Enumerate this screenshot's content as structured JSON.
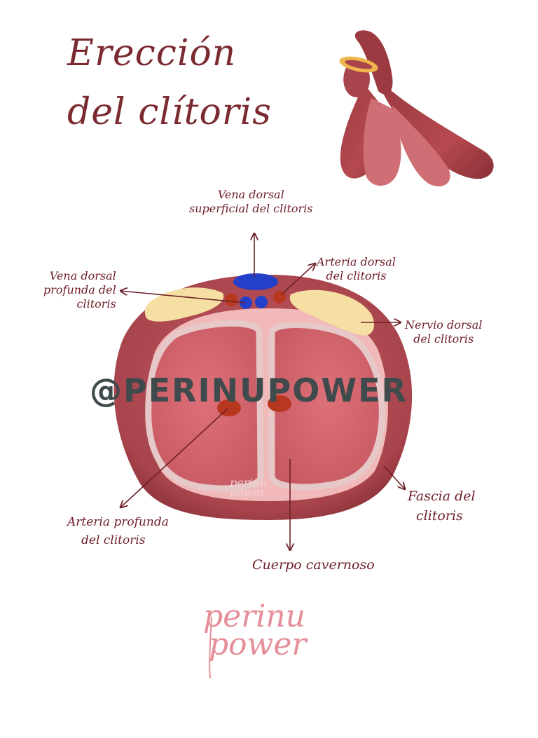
{
  "title": {
    "line1": "Erección",
    "line2": "del clítoris"
  },
  "labels": {
    "vena_dorsal_superficial": [
      "Vena dorsal",
      "superficial del clitoris"
    ],
    "arteria_dorsal": [
      "Arteria dorsal",
      "del clitoris"
    ],
    "vena_dorsal_profunda": [
      "Vena dorsal",
      "profunda del",
      "clitoris"
    ],
    "nervio_dorsal": [
      "Nervio dorsal",
      "del clitoris"
    ],
    "arteria_profunda": [
      "Arteria profunda",
      "del clitoris"
    ],
    "fascia": [
      "Fascia del",
      "clitoris"
    ],
    "cuerpo_cavernoso": "Cuerpo cavernoso"
  },
  "watermark": "@PERINUPOWER",
  "brand": {
    "line1": "perinu",
    "line2": "power"
  },
  "colors": {
    "ink": "#7b2a31",
    "outer_fascia": "#a8444c",
    "tunica": "#f1b9b9",
    "cavernous": "#d96a72",
    "vein_blue": "#2440c8",
    "artery_red": "#b8381f",
    "nerve_yellow": "#f6dfa2",
    "brand_pink": "#e58f98",
    "watermark": "#3f4a4c"
  }
}
